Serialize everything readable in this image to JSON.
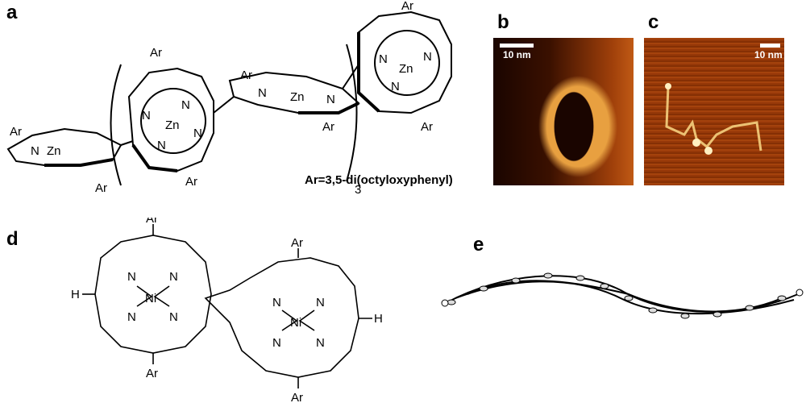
{
  "panels": {
    "a": "a",
    "b": "b",
    "c": "c",
    "d": "d",
    "e": "e"
  },
  "panel_a": {
    "ar_label": "Ar",
    "n_label": "N",
    "zn_label": "Zn",
    "repeat_subscript": "3",
    "ar_definition": "Ar=3,5-di(octyloxyphenyl)"
  },
  "panel_b": {
    "scale_label": "10 nm"
  },
  "panel_c": {
    "scale_label": "10 nm"
  },
  "panel_d": {
    "ar_label": "Ar",
    "n_label": "N",
    "ni_label": "Ni",
    "h_label": "H"
  },
  "colors": {
    "afm_dark": "#1a0500",
    "afm_mid": "#a0400a",
    "afm_bright": "#ffd070"
  }
}
